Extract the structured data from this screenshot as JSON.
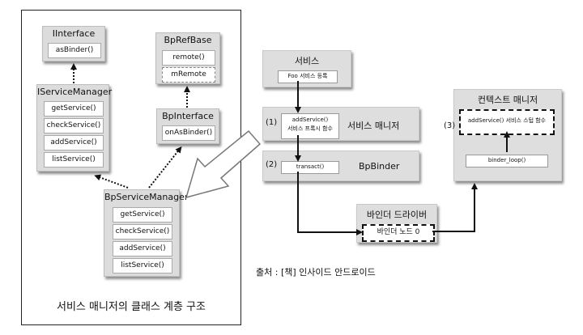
{
  "left_diagram": {
    "caption": "서비스 매니저의 클래스 계층 구조",
    "interface": {
      "title": "IInterface",
      "methods": [
        "asBinder()"
      ]
    },
    "service_manager": {
      "title": "IServiceManager",
      "methods": [
        "getService()",
        "checkService()",
        "addService()",
        "listService()"
      ]
    },
    "bp_ref_base": {
      "title": "BpRefBase",
      "methods": [
        "remote()",
        "mRemote"
      ]
    },
    "bp_interface": {
      "title": "BpInterface",
      "methods": [
        "onAsBinder()"
      ]
    },
    "bp_service_manager": {
      "title": "BpServiceManager",
      "methods": [
        "getService()",
        "checkService()",
        "addService()",
        "listService()"
      ]
    }
  },
  "right_diagram": {
    "service": {
      "title": "서비스",
      "box": "Foo 서비스 등록"
    },
    "service_manager": {
      "step": "(1)",
      "title": "서비스 매니저",
      "box_line1": "addService()",
      "box_line2": "서비스 프록시 함수"
    },
    "bp_binder": {
      "step": "(2)",
      "title": "BpBinder",
      "box": "transact()"
    },
    "binder_driver": {
      "title": "바인더 드라이버",
      "box": "바인더 노드 0"
    },
    "context_manager": {
      "step": "(3)",
      "title": "컨텍스트 매니저",
      "box1": "addService() 서비스 스텁 함수",
      "box2": "binder_loop()"
    },
    "source": "출처 : [책] 인사이드 안드로이드"
  }
}
